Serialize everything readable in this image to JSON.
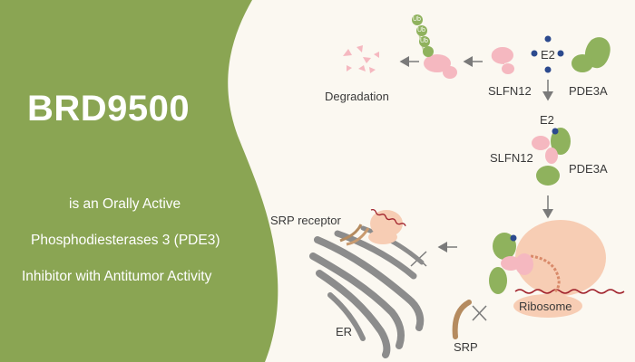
{
  "panel": {
    "title": "BRD9500",
    "lines": [
      "is an Orally Active",
      "Phosphodiesterases 3 (PDE3)",
      "Inhibitor with Antitumor Activity"
    ]
  },
  "labels": {
    "ub": "Ub",
    "e2": "E2",
    "slfn12": "SLFN12",
    "pde3a": "PDE3A",
    "degradation": "Degradation",
    "srp_receptor": "SRP receptor",
    "ribosome": "Ribosome",
    "er": "ER",
    "srp": "SRP"
  },
  "colors": {
    "panel_green": "#8aa553",
    "background": "#fbf8f1",
    "slfn12_pink": "#f5b8c0",
    "pde3a_green": "#8fb25d",
    "e2_blue": "#2c4a8e",
    "ribosome": "#f7cdb4",
    "mrna": "#a0212b",
    "er_gray": "#8c8c8c",
    "srp_brown": "#b58b5f",
    "arrow_gray": "#7a7a7a"
  }
}
